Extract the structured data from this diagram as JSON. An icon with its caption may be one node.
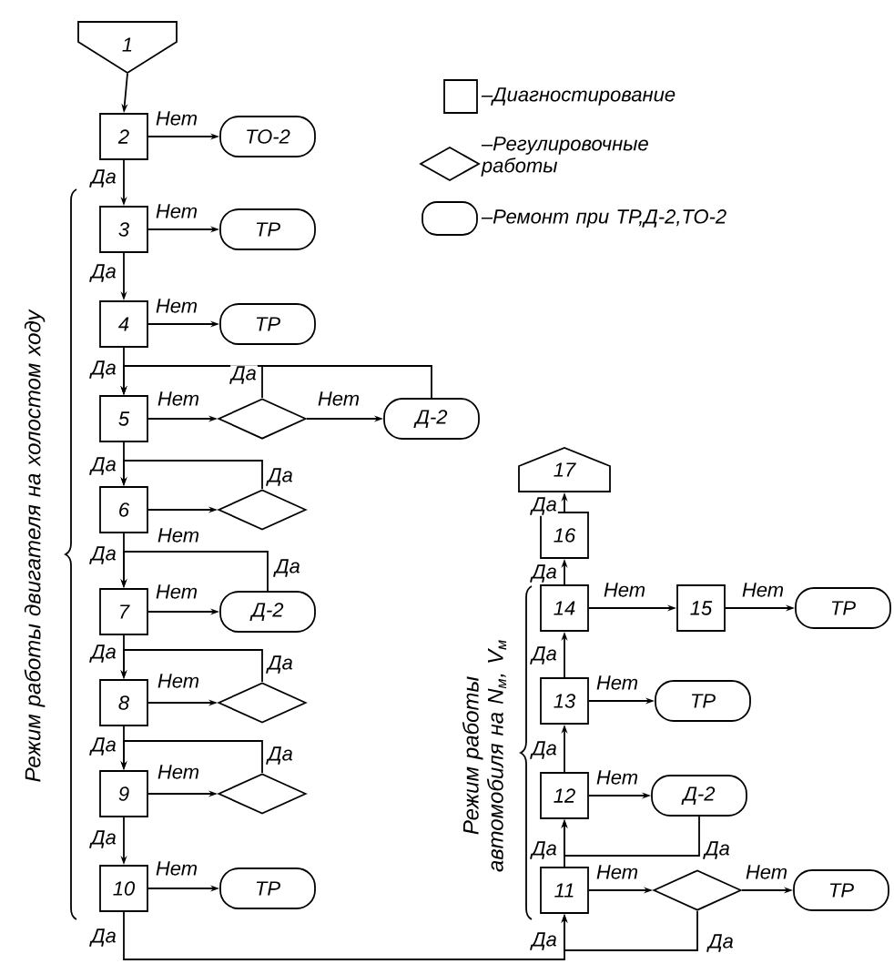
{
  "diagram": {
    "nodes": [
      {
        "text": [
          "1"
        ]
      },
      {
        "text": [
          "2"
        ]
      },
      {
        "text": [
          "ТО-2"
        ]
      },
      {
        "text": [
          "3"
        ]
      },
      {
        "text": [
          "ТР"
        ]
      },
      {
        "text": [
          "4"
        ]
      },
      {
        "text": [
          "ТР"
        ]
      },
      {
        "text": [
          "5"
        ]
      },
      {
        "text": [],
        "shape": "diamond"
      },
      {
        "text": [
          "Д-2"
        ]
      },
      {
        "text": [
          "6"
        ]
      },
      {
        "text": [],
        "shape": "diamond"
      },
      {
        "text": [
          "7"
        ]
      },
      {
        "text": [
          "Д-2"
        ]
      },
      {
        "text": [
          "8"
        ]
      },
      {
        "text": [],
        "shape": "diamond"
      },
      {
        "text": [
          "9"
        ]
      },
      {
        "text": [],
        "shape": "diamond"
      },
      {
        "text": [
          "10"
        ]
      },
      {
        "text": [
          "ТР"
        ]
      },
      {
        "text": [
          "17"
        ]
      },
      {
        "text": [
          "16"
        ]
      },
      {
        "text": [
          "14"
        ]
      },
      {
        "text": [
          "15"
        ]
      },
      {
        "text": [
          "ТР"
        ]
      },
      {
        "text": [
          "13"
        ]
      },
      {
        "text": [
          "ТР"
        ]
      },
      {
        "text": [
          "12"
        ]
      },
      {
        "text": [
          "Д-2"
        ]
      },
      {
        "text": [
          "11"
        ]
      },
      {
        "text": [],
        "shape": "diamond"
      },
      {
        "text": [
          "ТР"
        ]
      }
    ],
    "edges": [
      {
        "from": 0,
        "to": 1,
        "arrow": "to"
      },
      {
        "from": 1,
        "to": 2,
        "arrow": "to",
        "label": "Нет"
      },
      {
        "from": 1,
        "to": 3,
        "arrow": "to",
        "label": "Да"
      },
      {
        "from": 3,
        "to": 4,
        "arrow": "to",
        "label": "Нет"
      },
      {
        "from": 3,
        "to": 5,
        "arrow": "to",
        "label": "Да"
      },
      {
        "from": 5,
        "to": 6,
        "arrow": "to",
        "label": "Нет"
      },
      {
        "from": 5,
        "to": 7,
        "arrow": "to",
        "label": "Да"
      },
      {
        "from": 7,
        "to": 8,
        "arrow": "to",
        "label": "Нет"
      },
      {
        "from": 8,
        "to": 9,
        "arrow": "to",
        "label": "Нет"
      },
      {
        "from": 8,
        "to": 7,
        "arrow": "to",
        "label": "Да"
      },
      {
        "from": 9,
        "to": 7,
        "arrow": "to"
      },
      {
        "from": 7,
        "to": 10,
        "arrow": "to",
        "label": "Да"
      },
      {
        "from": 10,
        "to": 11,
        "arrow": "to",
        "label": "Нет"
      },
      {
        "from": 11,
        "to": 10,
        "arrow": "to",
        "label": "Да"
      },
      {
        "from": 10,
        "to": 12,
        "arrow": "to",
        "label": "Да"
      },
      {
        "from": 12,
        "to": 13,
        "arrow": "to",
        "label": "Нет"
      },
      {
        "from": 13,
        "to": 12,
        "arrow": "to",
        "label": "Да"
      },
      {
        "from": 12,
        "to": 14,
        "arrow": "to",
        "label": "Да"
      },
      {
        "from": 14,
        "to": 15,
        "arrow": "to",
        "label": "Нет"
      },
      {
        "from": 15,
        "to": 14,
        "arrow": "to",
        "label": "Да"
      },
      {
        "from": 14,
        "to": 16,
        "arrow": "to",
        "label": "Да"
      },
      {
        "from": 16,
        "to": 17,
        "arrow": "to",
        "label": "Нет"
      },
      {
        "from": 17,
        "to": 16,
        "arrow": "to",
        "label": "Да"
      },
      {
        "from": 16,
        "to": 18,
        "arrow": "to",
        "label": "Да"
      },
      {
        "from": 18,
        "to": 19,
        "arrow": "to",
        "label": "Нет"
      },
      {
        "from": 18,
        "to": 29,
        "arrow": "to",
        "label": "Да"
      },
      {
        "from": 29,
        "to": 30,
        "arrow": "to",
        "label": "Нет"
      },
      {
        "from": 30,
        "to": 31,
        "arrow": "to",
        "label": "Нет"
      },
      {
        "from": 30,
        "to": 29,
        "arrow": "to",
        "label": "Да"
      },
      {
        "from": 29,
        "to": 27,
        "arrow": "to",
        "label": "Да"
      },
      {
        "from": 28,
        "to": 27,
        "arrow": "to",
        "label": "Да"
      },
      {
        "from": 27,
        "to": 28,
        "arrow": "to",
        "label": "Нет"
      },
      {
        "from": 27,
        "to": 25,
        "arrow": "to",
        "label": "Да"
      },
      {
        "from": 25,
        "to": 26,
        "arrow": "to",
        "label": "Нет"
      },
      {
        "from": 25,
        "to": 22,
        "arrow": "to",
        "label": "Да"
      },
      {
        "from": 22,
        "to": 23,
        "arrow": "to",
        "label": "Нет"
      },
      {
        "from": 23,
        "to": 24,
        "arrow": "to",
        "label": "Нет"
      },
      {
        "from": 22,
        "to": 21,
        "arrow": "to",
        "label": "Да"
      },
      {
        "from": 21,
        "to": 20,
        "arrow": "to",
        "label": "Да"
      }
    ],
    "labels": [
      "Режим работы двигателя на холостом ходу",
      "Режим работы автомобиля на N$_{м}$, V$_{м}$",
      "Да"
    ],
    "legend": [
      {
        "text": "–Диагностирование"
      },
      {
        "text": "–Регулировочные работы"
      },
      {
        "text": "–Ремонт при ТР,Д-2,ТО-2"
      }
    ]
  }
}
